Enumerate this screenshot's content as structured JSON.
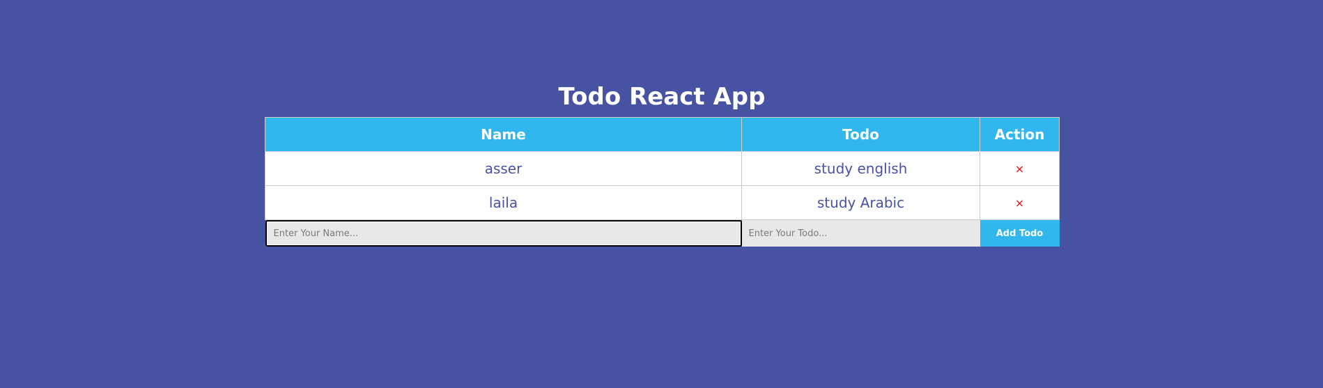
{
  "app": {
    "title": "Todo React App"
  },
  "table": {
    "headers": {
      "name": "Name",
      "todo": "Todo",
      "action": "Action"
    },
    "rows": [
      {
        "name": "asser",
        "todo": "study english",
        "action": "×"
      },
      {
        "name": "laila",
        "todo": "study Arabic",
        "action": "×"
      }
    ]
  },
  "form": {
    "name_placeholder": "Enter Your Name...",
    "name_value": "",
    "todo_placeholder": "Enter Your Todo...",
    "todo_value": "",
    "add_label": "Add Todo"
  },
  "colors": {
    "background": "#4752a3",
    "header": "#31b7ee",
    "delete": "#e0101a"
  }
}
